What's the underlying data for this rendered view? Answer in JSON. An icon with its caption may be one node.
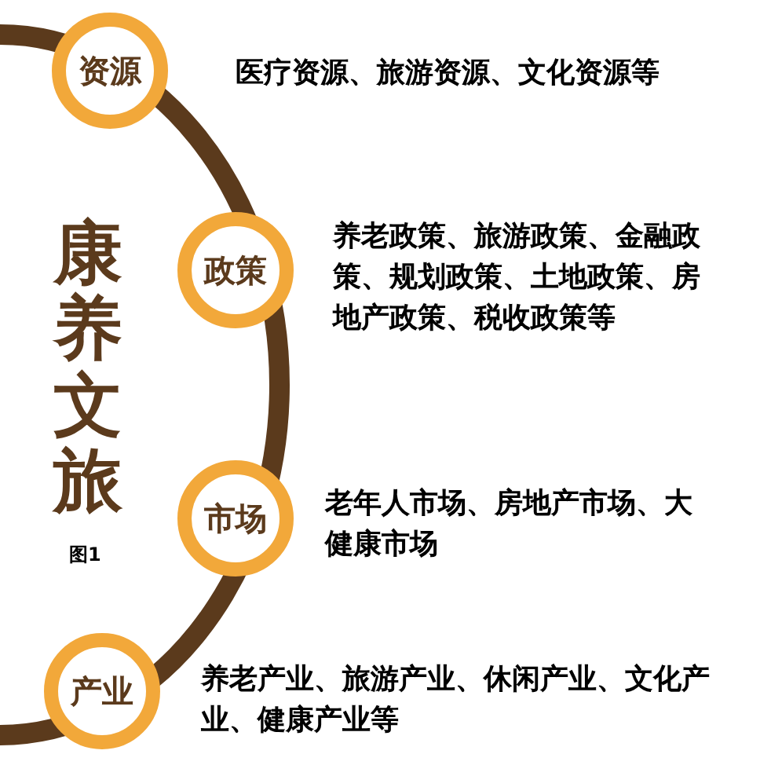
{
  "diagram": {
    "title": "康养文旅",
    "caption": "图1",
    "nodes": [
      {
        "text": [
          "资源"
        ],
        "beside": [
          "医疗资源、旅游资源、文化资源等"
        ]
      },
      {
        "text": [
          "政策"
        ],
        "beside": [
          "养老政策、旅游政策、金融政策、规划政策、土地政策、房地产政策、税收政策等"
        ]
      },
      {
        "text": [
          "市场"
        ],
        "beside": [
          "老年人市场、房地产市场、大健康市场"
        ]
      },
      {
        "text": [
          "产业"
        ],
        "beside": [
          "养老产业、旅游产业、休闲产业、文化产业、健康产业等"
        ]
      }
    ]
  }
}
